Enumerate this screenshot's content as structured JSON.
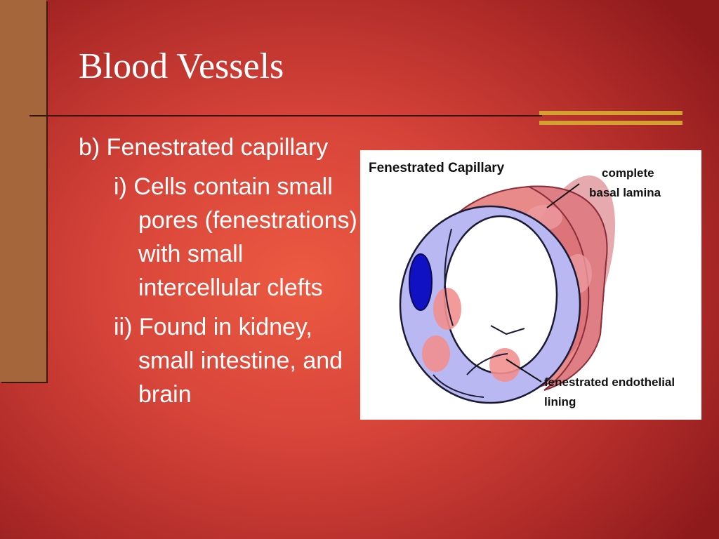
{
  "slide": {
    "title": "Blood Vessels",
    "colors": {
      "background": "#d8453a",
      "side_bar": "#a4663a",
      "accent_lines": "#d4a032",
      "text": "#ffffff"
    }
  },
  "bullets": [
    {
      "level": 1,
      "text": "b) Fenestrated capillary"
    },
    {
      "level": 2,
      "text": "i) Cells contain small pores (fenestrations) with small intercellular clefts"
    },
    {
      "level": 2,
      "text": "ii) Found in kidney, small intestine, and brain"
    }
  ],
  "figure": {
    "title": "Fenestrated Capillary",
    "label_basal_1": "complete",
    "label_basal_2": "basal lamina",
    "label_lining_1": "fenestrated endothelial",
    "label_lining_2": "lining"
  }
}
